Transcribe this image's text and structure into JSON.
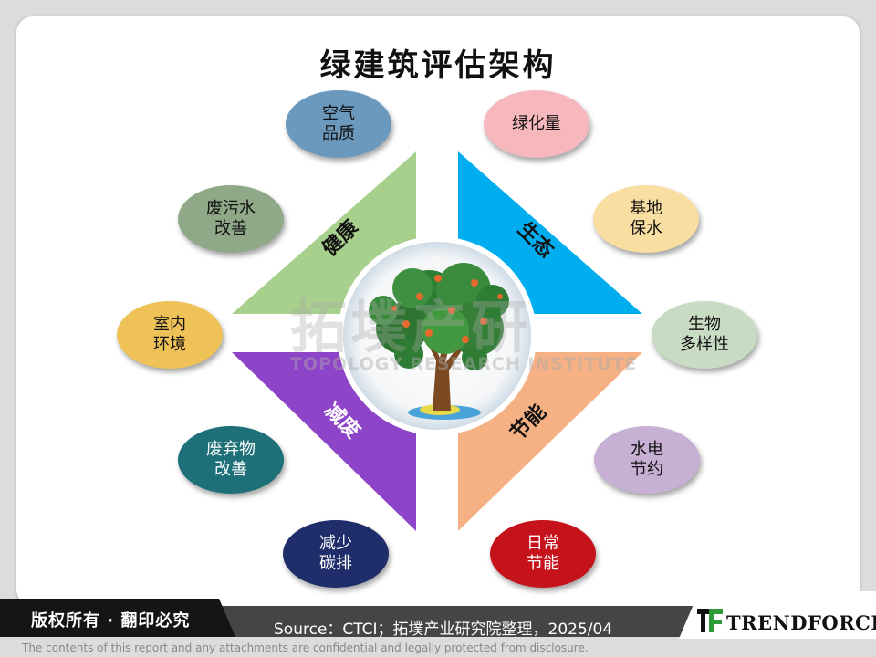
{
  "title": "绿建筑评估架构",
  "quadrants": {
    "health": "健康",
    "ecology": "生态",
    "waste": "减废",
    "energy": "节能"
  },
  "items": {
    "air_quality": "空气\n品质",
    "wastewater": "废污水\n改善",
    "indoor_env": "室内\n环境",
    "solid_waste": "废弃物\n改善",
    "carbon": "减少\n碳排",
    "greenery": "绿化量",
    "water_retention": "基地\n保水",
    "biodiversity": "生物\n多样性",
    "water_power": "水电\n节约",
    "daily_energy": "日常\n节能"
  },
  "colors": {
    "health": "#a8d08d",
    "ecology": "#00aeef",
    "waste": "#8e44c8",
    "energy": "#f5b183"
  },
  "watermark": {
    "cn": "拓墣产研",
    "en": "TOPOLOGY RESEARCH INSTITUTE"
  },
  "footer": {
    "copyright": "版权所有 · 翻印必究",
    "source": "Source：CTCI；拓墣产业研究院整理，2025/04",
    "logo": "TRENDFORCE",
    "disclaimer": "The contents of this report and any attachments are confidential and legally protected from disclosure."
  }
}
